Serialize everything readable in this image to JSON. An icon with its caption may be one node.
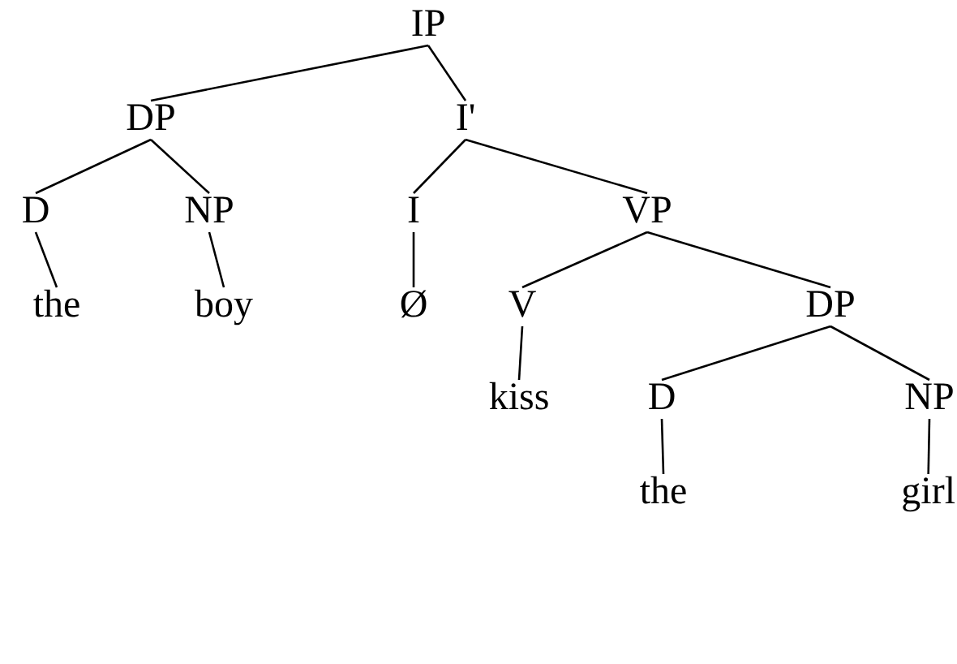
{
  "diagram": {
    "nodes": [
      {
        "text": [
          "IP"
        ]
      },
      {
        "text": [
          "DP"
        ]
      },
      {
        "text": [
          "I'"
        ]
      },
      {
        "text": [
          "D"
        ]
      },
      {
        "text": [
          "NP"
        ]
      },
      {
        "text": [
          "I"
        ]
      },
      {
        "text": [
          "VP"
        ]
      },
      {
        "text": [
          "the"
        ]
      },
      {
        "text": [
          "boy"
        ]
      },
      {
        "text": [
          "Ø"
        ]
      },
      {
        "text": [
          "V"
        ]
      },
      {
        "text": [
          "DP"
        ]
      },
      {
        "text": [
          "kiss"
        ]
      },
      {
        "text": [
          "D"
        ]
      },
      {
        "text": [
          "NP"
        ]
      },
      {
        "text": [
          "the"
        ]
      },
      {
        "text": [
          "girl"
        ]
      }
    ],
    "edges": [
      {
        "from": 0,
        "to": 1,
        "arrow": "none"
      },
      {
        "from": 0,
        "to": 2,
        "arrow": "none"
      },
      {
        "from": 1,
        "to": 3,
        "arrow": "none"
      },
      {
        "from": 1,
        "to": 4,
        "arrow": "none"
      },
      {
        "from": 2,
        "to": 5,
        "arrow": "none"
      },
      {
        "from": 2,
        "to": 6,
        "arrow": "none"
      },
      {
        "from": 3,
        "to": 7,
        "arrow": "none"
      },
      {
        "from": 4,
        "to": 8,
        "arrow": "none"
      },
      {
        "from": 5,
        "to": 9,
        "arrow": "none"
      },
      {
        "from": 6,
        "to": 10,
        "arrow": "none"
      },
      {
        "from": 6,
        "to": 11,
        "arrow": "none"
      },
      {
        "from": 10,
        "to": 12,
        "arrow": "none"
      },
      {
        "from": 11,
        "to": 13,
        "arrow": "none"
      },
      {
        "from": 11,
        "to": 14,
        "arrow": "none"
      },
      {
        "from": 13,
        "to": 15,
        "arrow": "none"
      },
      {
        "from": 14,
        "to": 16,
        "arrow": "none"
      }
    ]
  }
}
